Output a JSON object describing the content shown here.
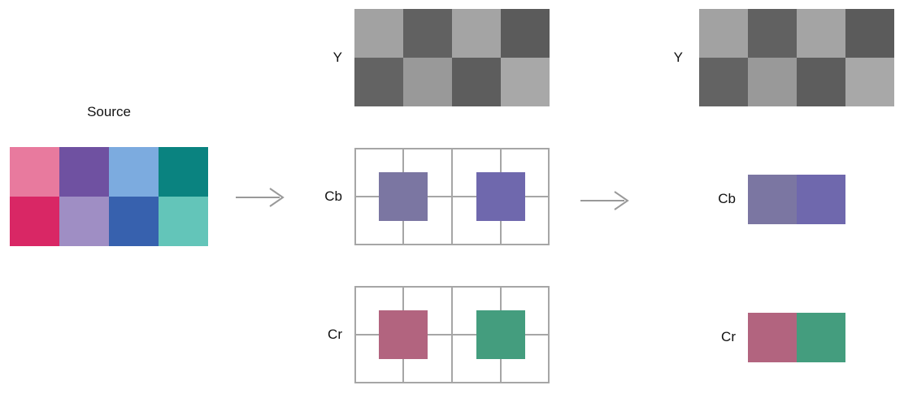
{
  "colors": {
    "background": "#ffffff",
    "text": "#111111",
    "arrow": "#999999",
    "grid-line": "#a6a6a6"
  },
  "source": {
    "label": "Source",
    "cells": [
      [
        "#e87a9e",
        "#6f51a1",
        "#7cabdf",
        "#0a8380"
      ],
      [
        "#d92765",
        "#9f8ec4",
        "#3761ae",
        "#63c5b9"
      ]
    ]
  },
  "planes": {
    "y": {
      "label": "Y",
      "cells": [
        [
          "#a2a2a2",
          "#616161",
          "#a4a4a4",
          "#5b5b5b"
        ],
        [
          "#636363",
          "#999999",
          "#5d5d5d",
          "#a8a8a8"
        ]
      ]
    },
    "cb": {
      "label": "Cb",
      "samples": [
        "#7b76a2",
        "#6f68ad"
      ]
    },
    "cr": {
      "label": "Cr",
      "samples": [
        "#b2647f",
        "#449d7e"
      ]
    }
  },
  "result": {
    "y": {
      "label": "Y",
      "cells": [
        [
          "#a2a2a2",
          "#616161",
          "#a4a4a4",
          "#5b5b5b"
        ],
        [
          "#636363",
          "#999999",
          "#5d5d5d",
          "#a8a8a8"
        ]
      ]
    },
    "cb": {
      "label": "Cb",
      "cells": [
        "#7b76a2",
        "#6f68ad"
      ]
    },
    "cr": {
      "label": "Cr",
      "cells": [
        "#b2647f",
        "#449d7e"
      ]
    }
  }
}
